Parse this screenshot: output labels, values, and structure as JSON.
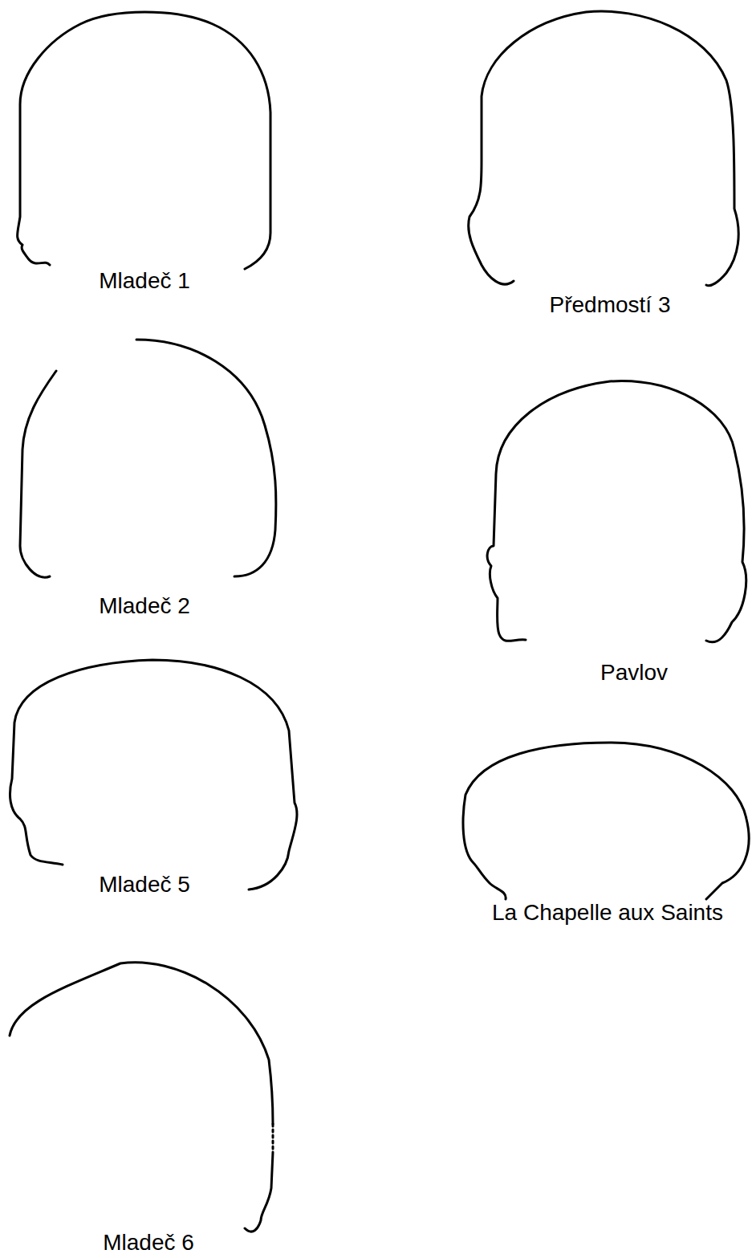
{
  "diagram": {
    "labels": [
      "Mladeč 1",
      "Předmostí 3",
      "Mladeč 2",
      "Pavlov",
      "Mladeč 5",
      "La Chapelle aux Saints",
      "Mladeč 6"
    ]
  }
}
